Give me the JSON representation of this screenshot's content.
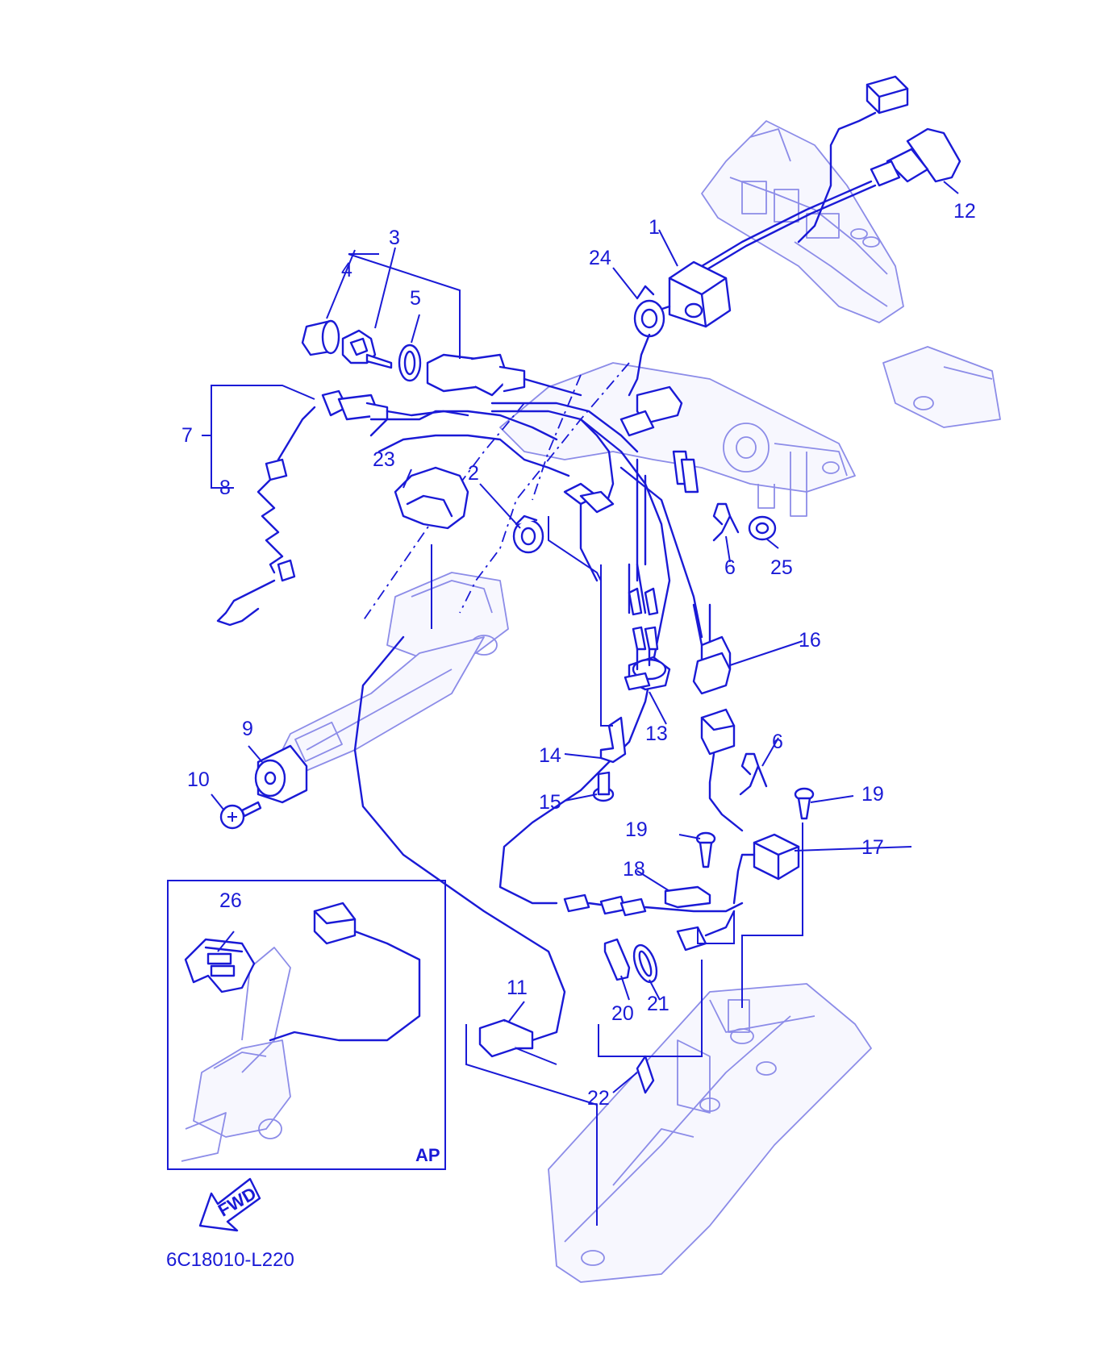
{
  "diagram": {
    "colors": {
      "line": "#1a1ad6",
      "ghost": "#8c8ce8",
      "background": "#ffffff"
    },
    "callouts": [
      "1",
      "2",
      "3",
      "4",
      "5",
      "6",
      "6",
      "7",
      "8",
      "9",
      "10",
      "11",
      "12",
      "13",
      "14",
      "15",
      "16",
      "17",
      "18",
      "19",
      "19",
      "20",
      "21",
      "22",
      "23",
      "24",
      "25",
      "26"
    ],
    "inset_label": "AP",
    "fwd_label": "FWD",
    "drawing_code": "6C18010-L220"
  }
}
